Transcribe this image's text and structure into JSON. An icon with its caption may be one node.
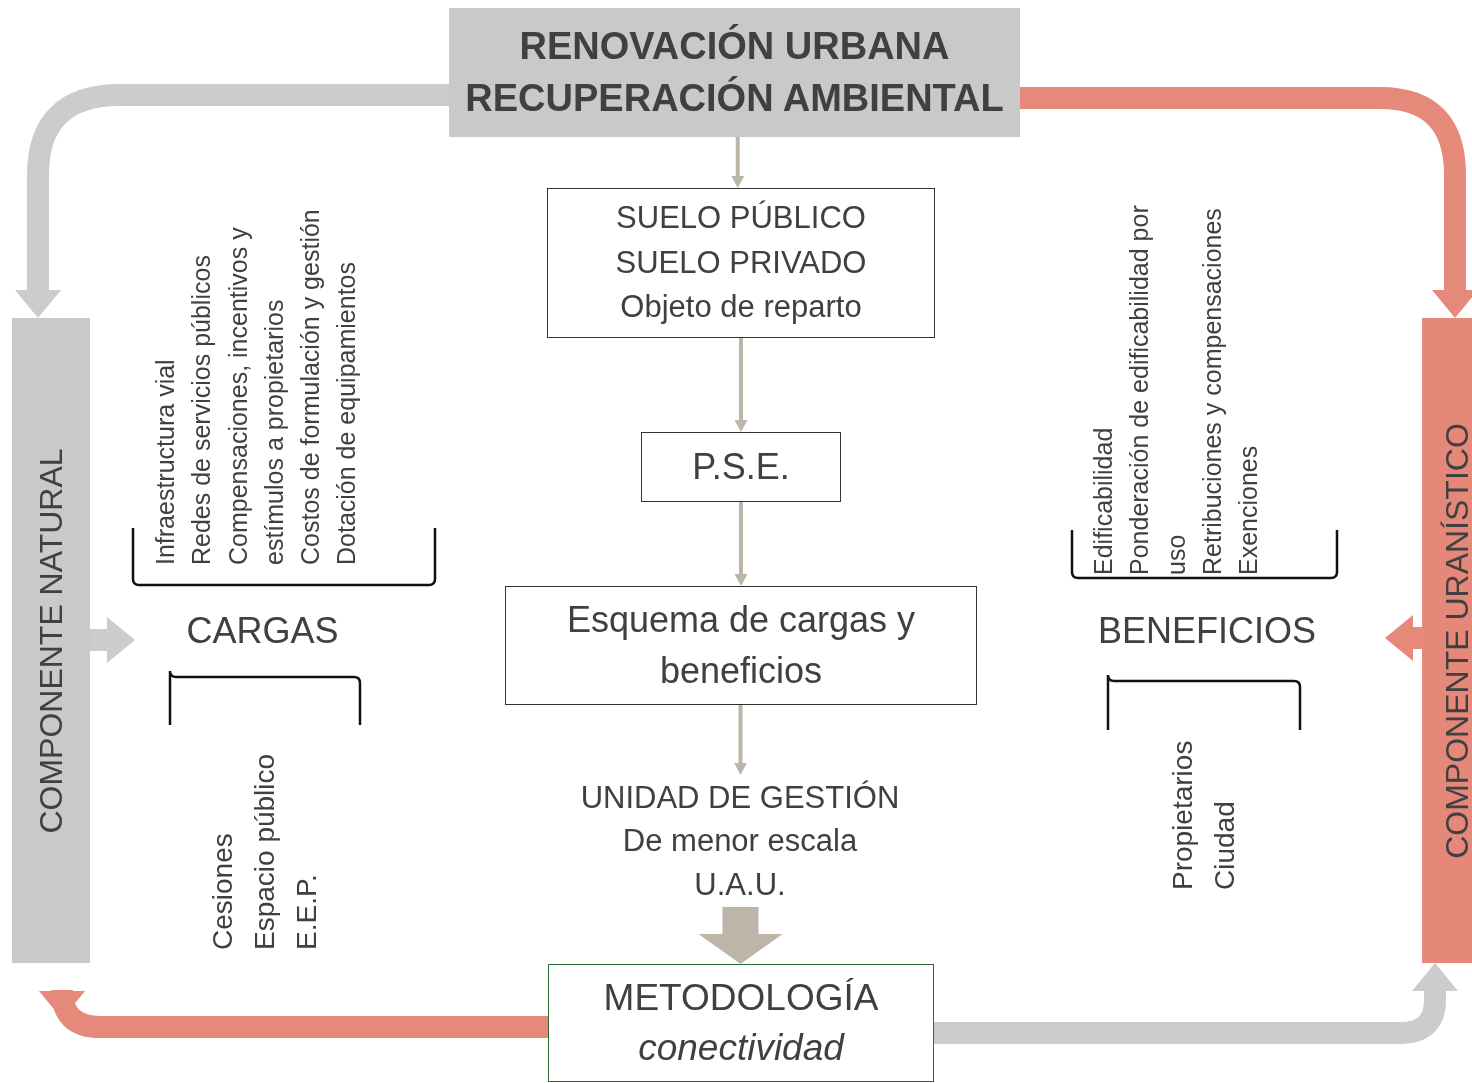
{
  "diagram": {
    "nodes": [
      {
        "text": [
          "RENOVACIÓN URBANA",
          "RECUPERACIÓN AMBIENTAL"
        ]
      },
      {
        "text": [
          "SUELO PÚBLICO",
          "SUELO PRIVADO",
          "Objeto de reparto"
        ]
      },
      {
        "text": [
          "P.S.E."
        ]
      },
      {
        "text": [
          "Esquema de cargas y beneficios"
        ]
      },
      {
        "text": [
          "UNIDAD DE GESTIÓN",
          "De menor escala",
          "U.A.U."
        ]
      },
      {
        "text": [
          "METODOLOGÍA",
          "conectividad"
        ]
      },
      {
        "text": [
          "COMPONENTE NATURAL"
        ]
      },
      {
        "text": [
          "COMPONENTE URANÍSTICO"
        ]
      },
      {
        "text": [
          "CARGAS"
        ]
      },
      {
        "text": [
          "BENEFICIOS"
        ]
      }
    ],
    "edges": [
      {
        "from": 0,
        "to": 1,
        "arrow": "to"
      },
      {
        "from": 1,
        "to": 2,
        "arrow": "to"
      },
      {
        "from": 2,
        "to": 3,
        "arrow": "to"
      },
      {
        "from": 3,
        "to": 4,
        "arrow": "to"
      },
      {
        "from": 4,
        "to": 5,
        "arrow": "to"
      },
      {
        "from": 0,
        "to": 6,
        "arrow": "to",
        "color": "#cccccc"
      },
      {
        "from": 0,
        "to": 7,
        "arrow": "to",
        "color": "#e58a7a"
      },
      {
        "from": 5,
        "to": 6,
        "arrow": "to",
        "color": "#e58a7a"
      },
      {
        "from": 5,
        "to": 7,
        "arrow": "to",
        "color": "#cccccc"
      },
      {
        "from": 6,
        "to": 8,
        "arrow": "to",
        "color": "#cccccc"
      },
      {
        "from": 7,
        "to": 9,
        "arrow": "to",
        "color": "#e58a7a"
      }
    ],
    "labels": [
      "Infraestructura vial",
      "Redes de servicios públicos",
      "Compensaciones, incentivos y estímulos a propietarios",
      "Costos de formulación y gestión",
      "Dotación de equipamientos",
      "Cesiones",
      "Espacio público",
      "E.E.P.",
      "Edificabilidad",
      "Ponderación de edificabilidad por uso",
      "Retribuciones y compensaciones",
      "Exenciones",
      "Propietarios",
      "Ciudad"
    ]
  }
}
